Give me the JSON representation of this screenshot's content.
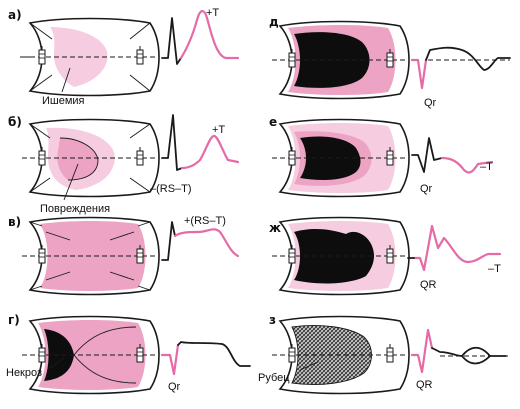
{
  "colors": {
    "light_pink": "#f6cde0",
    "mid_pink": "#eca3c4",
    "necrosis": "#0d0d0d",
    "ecg_pink": "#e66aa6",
    "outline": "#1a1a1a"
  },
  "icons": [
    "electrode-icon",
    "electrode-icon"
  ],
  "panels": {
    "a": {
      "letter": "а)",
      "ecg_label_t": "+T",
      "callout": "Ишемия"
    },
    "b": {
      "letter": "б)",
      "ecg_label_t": "+T",
      "ecg_label_st": "–(RS–T)",
      "callout": "Повреждения"
    },
    "v": {
      "letter": "в)",
      "ecg_label_st": "+(RS–T)"
    },
    "g": {
      "letter": "г)",
      "ecg_label_q": "Qr",
      "callout": "Некроз"
    },
    "d": {
      "letter": "д",
      "ecg_label_q": "Qr"
    },
    "e": {
      "letter": "е",
      "ecg_label_q": "Qr",
      "ecg_label_t": "–T"
    },
    "zh": {
      "letter": "ж",
      "ecg_label_q": "QR",
      "ecg_label_t": "–T"
    },
    "z": {
      "letter": "з",
      "ecg_label_q": "QR",
      "callout": "Рубец"
    }
  }
}
